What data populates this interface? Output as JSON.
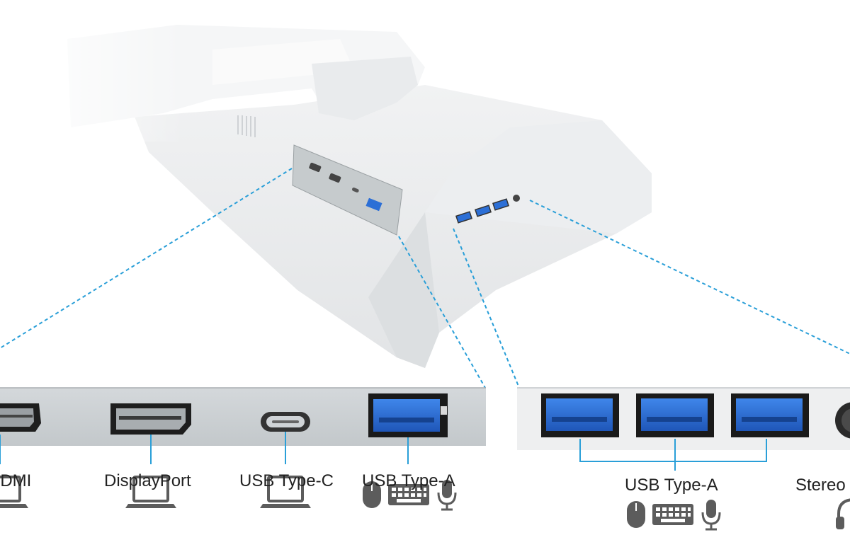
{
  "left_panel": {
    "ports": [
      {
        "label": "HDMI",
        "devices": [
          "laptop-icon"
        ]
      },
      {
        "label": "DisplayPort",
        "devices": [
          "laptop-icon"
        ]
      },
      {
        "label": "USB Type-C",
        "devices": [
          "laptop-icon"
        ]
      },
      {
        "label": "USB Type-A",
        "devices": [
          "mouse-icon",
          "keyboard-icon",
          "microphone-icon"
        ]
      }
    ]
  },
  "right_panel": {
    "usb_hub": {
      "label": "USB Type-A",
      "port_count": 3,
      "devices": [
        "mouse-icon",
        "keyboard-icon",
        "microphone-icon"
      ]
    },
    "audio": {
      "label": "Stereo Mini",
      "devices": [
        "headphones-icon"
      ]
    }
  },
  "colors": {
    "callout_line": "#2a9fd8",
    "usb3_blue": "#2c6fd6",
    "panel_gray": "#c9cdd0",
    "icon_gray": "#5c5c5c"
  }
}
